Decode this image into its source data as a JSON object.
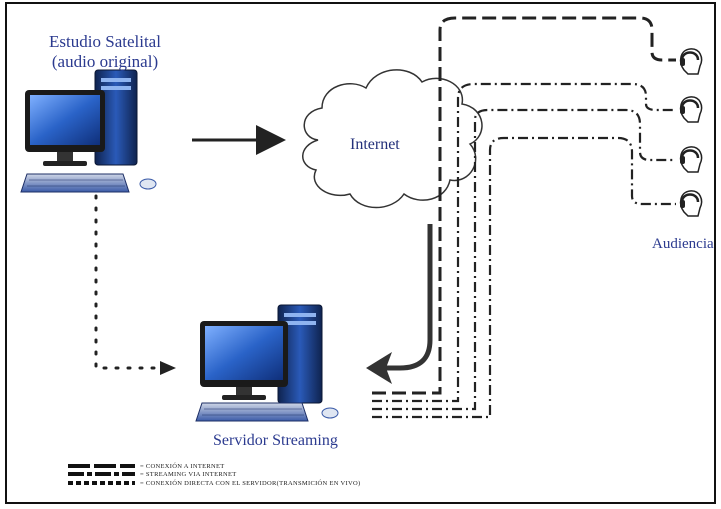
{
  "diagram": {
    "studio": {
      "line1": "Estudio Satelital",
      "line2": "(audio original)"
    },
    "internet": {
      "label": "Internet"
    },
    "server": {
      "label": "Servidor Streaming"
    },
    "audience": {
      "label": "Audiencia"
    },
    "legend": [
      {
        "style": "long-dash",
        "text": "= CONEXIÓN A INTERNET"
      },
      {
        "style": "dash-dot",
        "text": "= STREAMING VIA INTERNET"
      },
      {
        "style": "dotted",
        "text": "= CONEXIÓN DIRECTA CON EL SERVIDOR(TRANSMICIÓN EN VIVO)"
      }
    ],
    "colors": {
      "monitor": "#1f4fa8",
      "tower": "#1d3f8a",
      "label": "#2b3a8f",
      "lines": "#111111",
      "cloud_stroke": "#333333"
    },
    "icons": [
      "computer-icon",
      "cloud-icon",
      "listener-head-icon",
      "arrow-icon"
    ]
  }
}
